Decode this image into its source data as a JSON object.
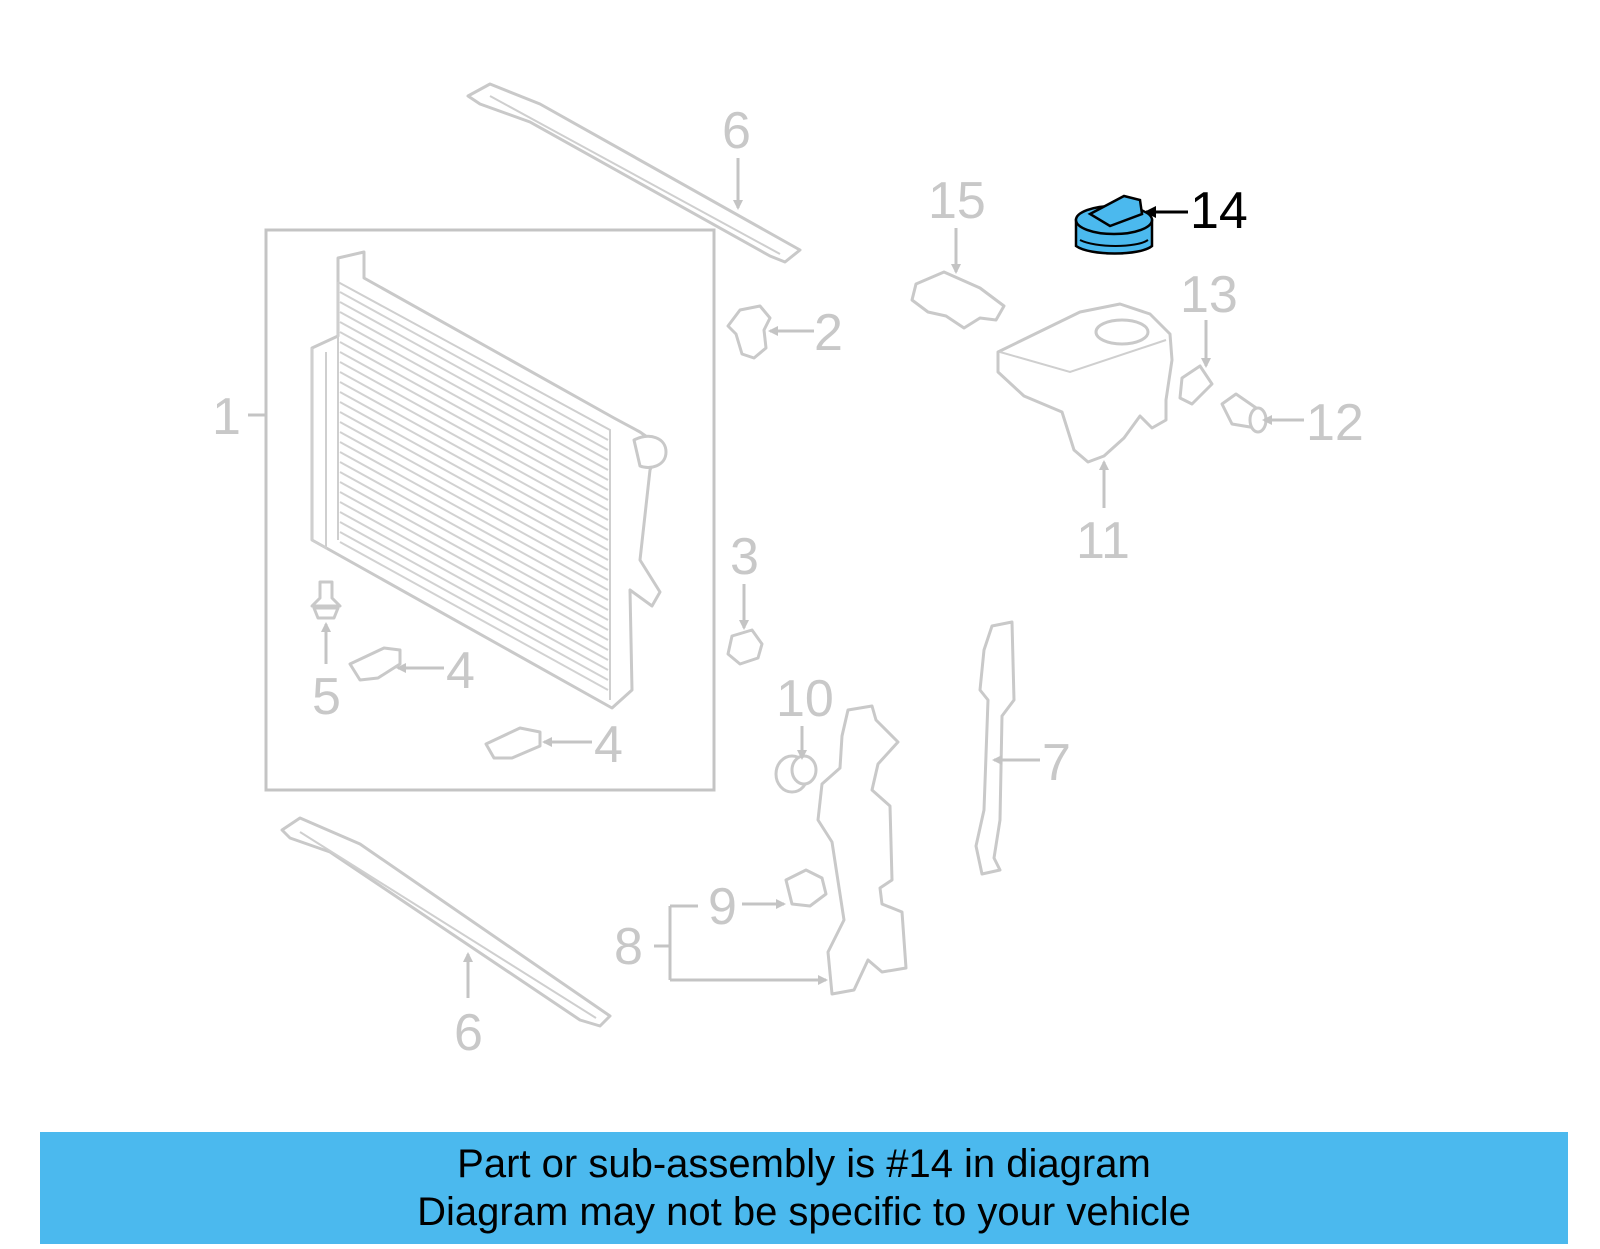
{
  "diagram": {
    "highlight_color": "#4bb9ee",
    "labels": {
      "l1": "1",
      "l2": "2",
      "l3": "3",
      "l4a": "4",
      "l4b": "4",
      "l5": "5",
      "l6a": "6",
      "l6b": "6",
      "l7": "7",
      "l8": "8",
      "l9": "9",
      "l10": "10",
      "l11": "11",
      "l12": "12",
      "l13": "13",
      "l14": "14",
      "l15": "15"
    }
  },
  "banner": {
    "line1": "Part or sub-assembly is #14 in diagram",
    "line2": "Diagram may not be specific to your vehicle"
  }
}
